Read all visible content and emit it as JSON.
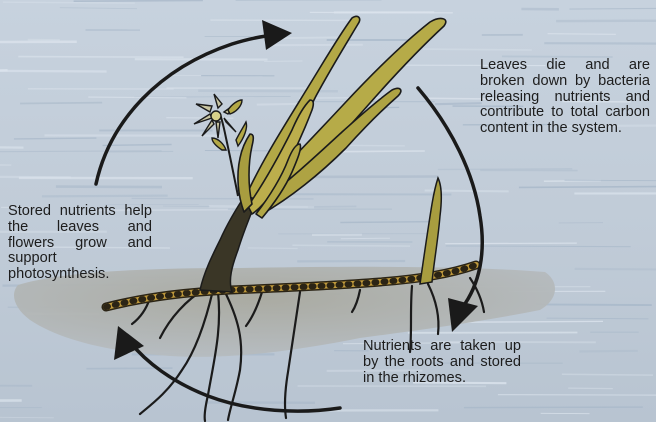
{
  "diagram": {
    "captions": {
      "decomposition": "Leaves die and are broken down by bacteria releasing nutrients and contribute to total carbon content in the system.",
      "growth": "Stored nutrients help the leaves and flowers grow and support photosynthesis.",
      "uptake": "Nutrients are taken up by the roots and stored in the rhizomes."
    }
  },
  "colors": {
    "water_light": "#dde5ee",
    "water_dark": "#a9b9ca",
    "sediment": "#a8a89e",
    "leaf": "#b3a846",
    "rhizome": "#c09a3c",
    "arrow": "#1a1a1a"
  }
}
